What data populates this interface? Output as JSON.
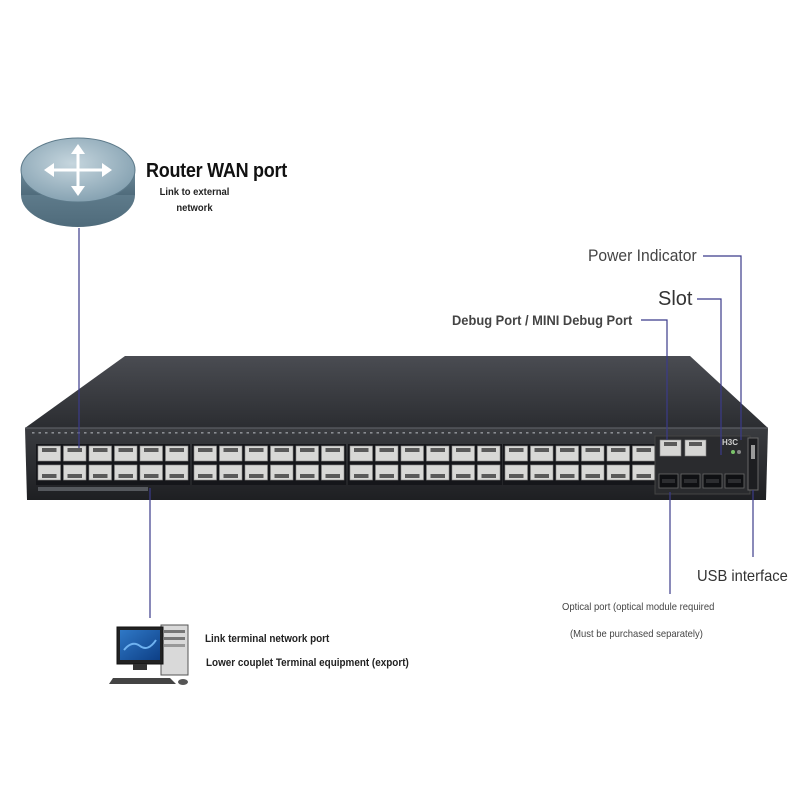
{
  "router": {
    "title": "Router WAN port",
    "subtitle_line1": "Link to external",
    "subtitle_line2": "network"
  },
  "callouts": {
    "power_indicator": "Power Indicator",
    "slot": "Slot",
    "debug_port": "Debug Port / MINI Debug Port",
    "usb_interface": "USB interface",
    "optical_port": "Optical port (optical module required",
    "optical_note": "(Must be purchased separately)"
  },
  "terminal": {
    "line1": "Link terminal network port",
    "line2": "Lower couplet Terminal equipment (export)"
  },
  "switch": {
    "brand": "H3C",
    "rj45_groups": 4,
    "ports_per_group": 12,
    "sfp_ports": 4,
    "console_ports": 2
  },
  "colors": {
    "leader_line": "#3b3b8a",
    "chassis": "#2a2c30",
    "chassis_top": "#3d3f44",
    "router": "#7a9aaa"
  }
}
